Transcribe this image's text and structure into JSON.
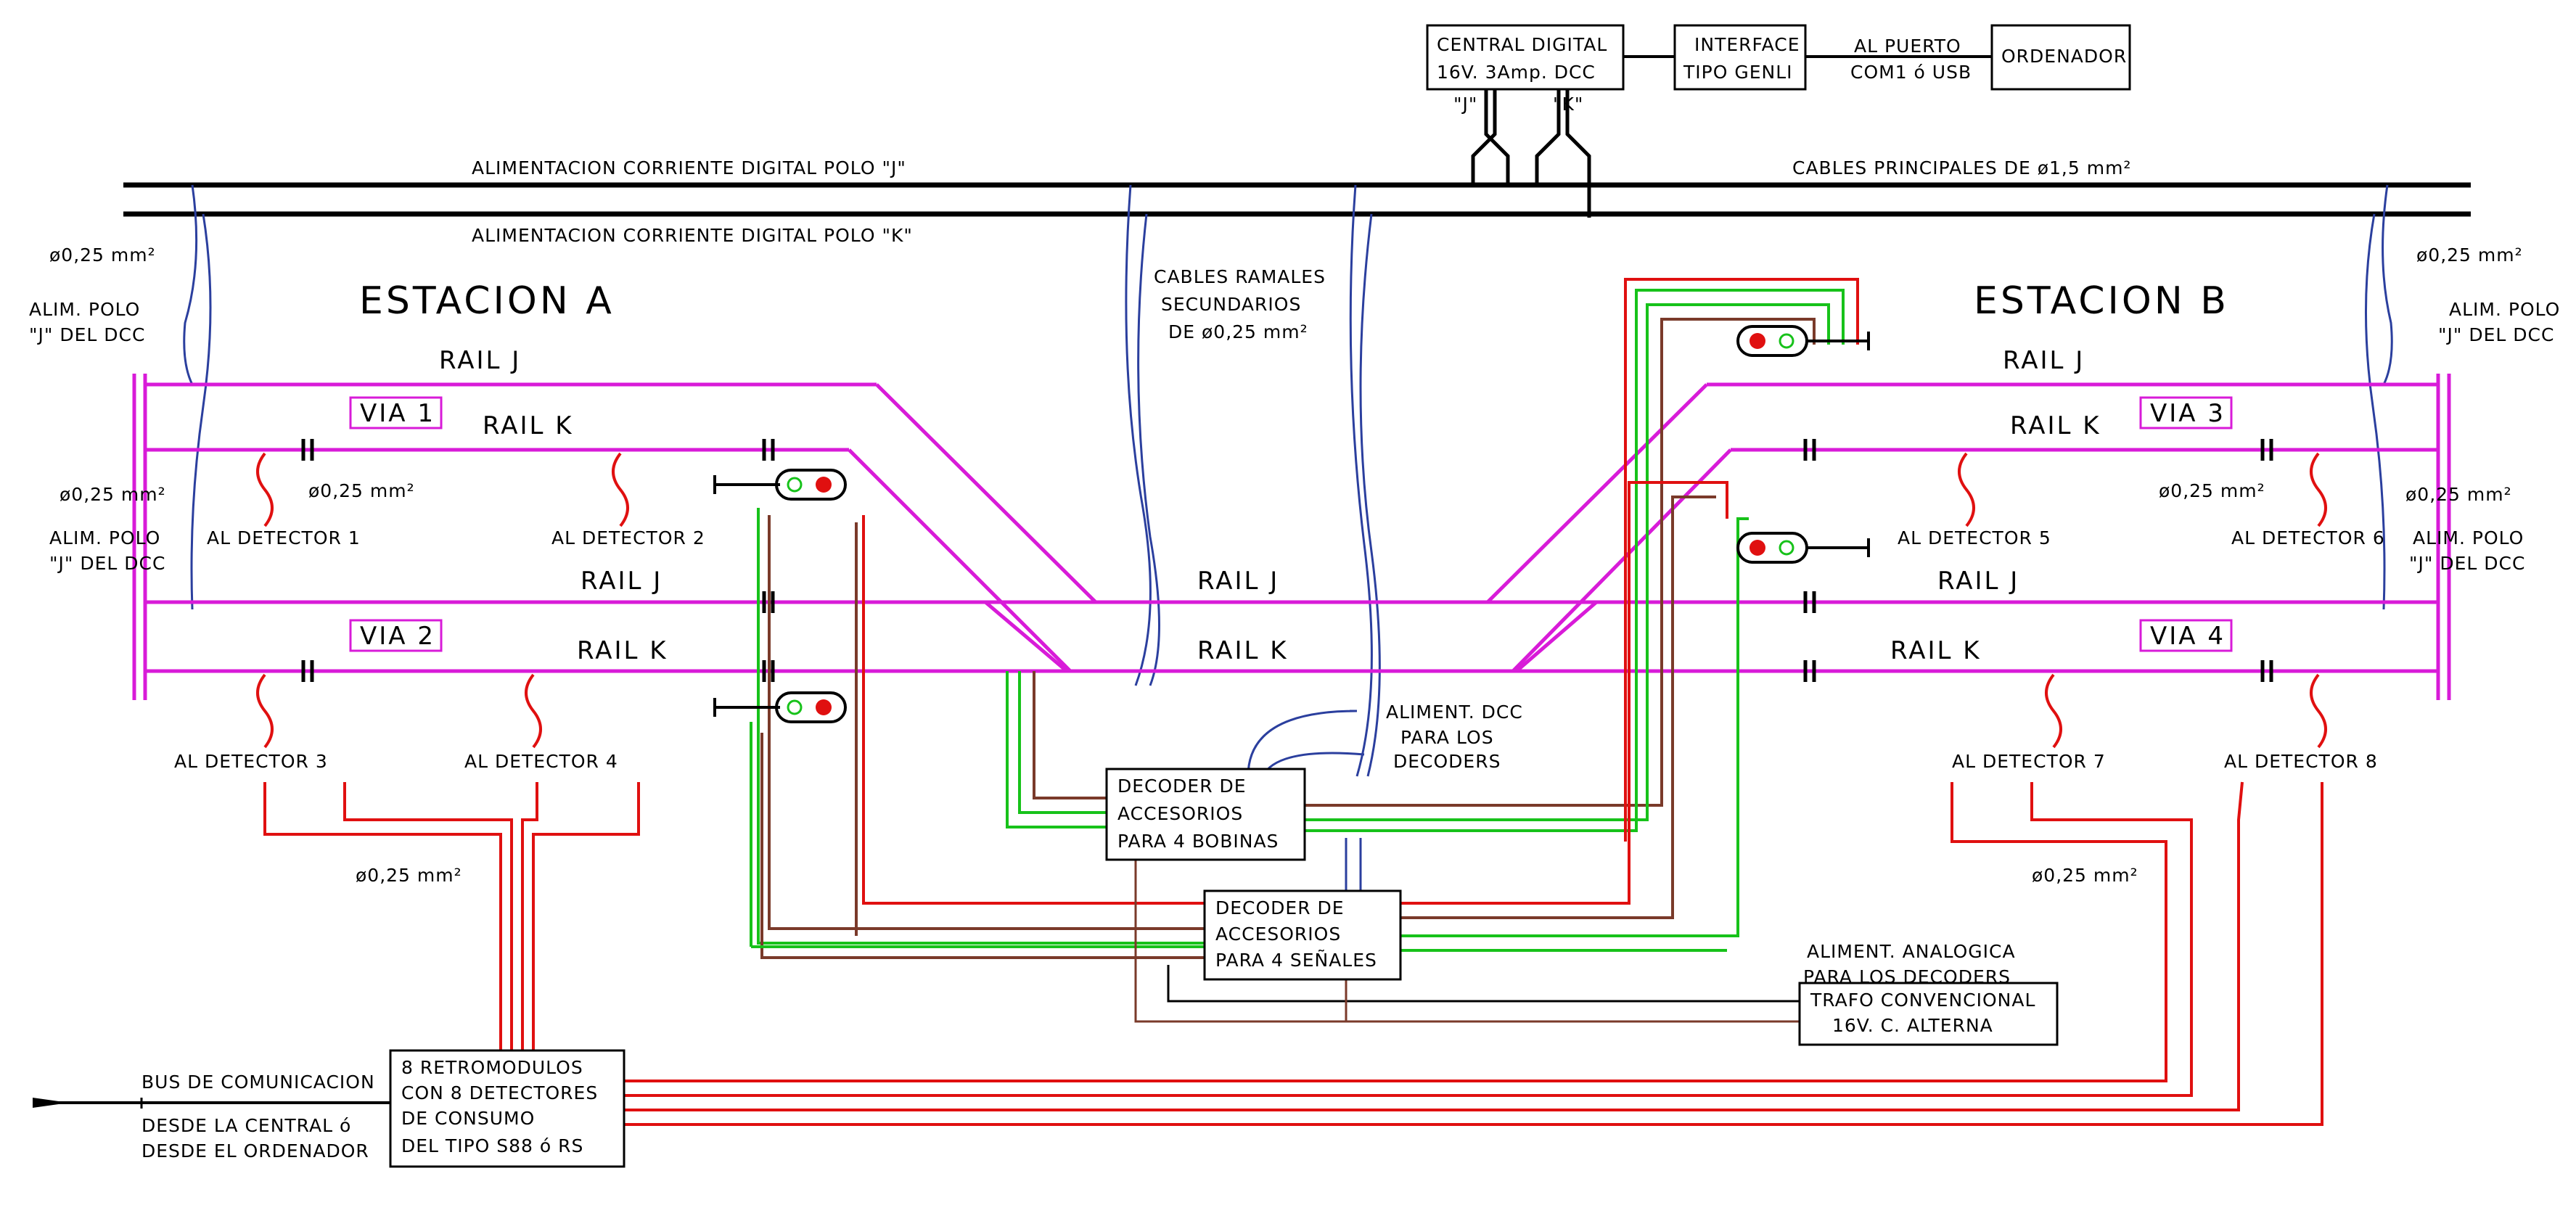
{
  "boxes": {
    "central_l1": "CENTRAL DIGITAL",
    "central_l2": "16V. 3Amp. DCC",
    "interface_l1": "INTERFACE",
    "interface_l2": "TIPO GENLI",
    "puerto_l1": "AL PUERTO",
    "puerto_l2": "COM1 ó USB",
    "ordenador": "ORDENADOR",
    "decoder_bob_l1": "DECODER DE",
    "decoder_bob_l2": "ACCESORIOS",
    "decoder_bob_l3": "PARA 4 BOBINAS",
    "decoder_sen_l1": "DECODER DE",
    "decoder_sen_l2": "ACCESORIOS",
    "decoder_sen_l3": "PARA 4 SEÑALES",
    "trafo_l1": "TRAFO CONVENCIONAL",
    "trafo_l2": "16V. C. ALTERNA",
    "retro_l1": "8 RETROMODULOS",
    "retro_l2": "CON 8 DETECTORES",
    "retro_l3": "DE CONSUMO",
    "retro_l4": "DEL TIPO S88 ó RS"
  },
  "bus": {
    "poles_j": "\"J\"",
    "poles_k": "\"K\"",
    "alim_j": "ALIMENTACION CORRIENTE DIGITAL POLO \"J\"",
    "alim_k": "ALIMENTACION CORRIENTE DIGITAL POLO \"K\"",
    "cables_principales": "CABLES PRINCIPALES DE ø1,5 mm²",
    "ramales_l1": "CABLES RAMALES",
    "ramales_l2": "SECUNDARIOS",
    "ramales_l3": "DE ø0,25 mm²",
    "aliment_dcc_l1": "ALIMENT. DCC",
    "aliment_dcc_l2": "PARA LOS",
    "aliment_dcc_l3": "DECODERS",
    "aliment_ana_l1": "ALIMENT. ANALOGICA",
    "aliment_ana_l2": "PARA LOS DECODERS",
    "bus_com": "BUS DE COMUNICACION",
    "desde_l1": "DESDE LA CENTRAL ó",
    "desde_l2": "DESDE EL ORDENADOR"
  },
  "stations": {
    "a": "ESTACION A",
    "b": "ESTACION B"
  },
  "tracks": {
    "rail_j": "RAIL J",
    "rail_k": "RAIL K",
    "via1": "VIA 1",
    "via2": "VIA 2",
    "via3": "VIA 3",
    "via4": "VIA 4"
  },
  "wires": {
    "d025": "ø0,25 mm²",
    "alim_polo_l1": "ALIM. POLO",
    "alim_polo_l2": "\"J\" DEL DCC"
  },
  "detectors": {
    "d1": "AL DETECTOR 1",
    "d2": "AL DETECTOR 2",
    "d3": "AL DETECTOR 3",
    "d4": "AL DETECTOR 4",
    "d5": "AL DETECTOR 5",
    "d6": "AL DETECTOR 6",
    "d7": "AL DETECTOR 7",
    "d8": "AL DETECTOR 8"
  },
  "colors": {
    "track": "#d81bd8",
    "bus": "#000000",
    "feeder": "#2b3f9e",
    "red": "#e01010",
    "green": "#17c21a",
    "brown": "#7a3a2a",
    "signal_red": "#e01010",
    "signal_green": "#17c21a"
  }
}
